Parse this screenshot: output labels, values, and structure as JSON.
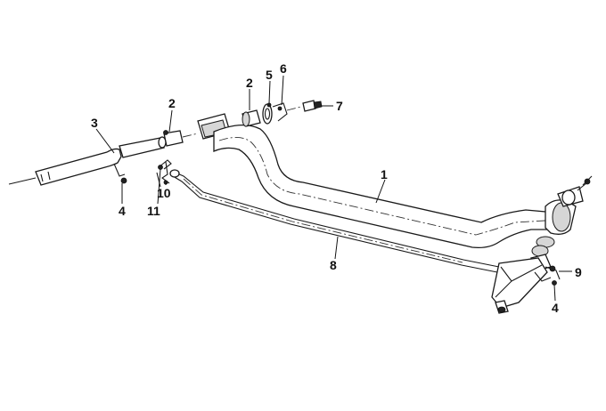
{
  "callouts": [
    {
      "id": "c1",
      "text": "1"
    },
    {
      "id": "c2a",
      "text": "2"
    },
    {
      "id": "c2b",
      "text": "2"
    },
    {
      "id": "c3",
      "text": "3"
    },
    {
      "id": "c4a",
      "text": "4"
    },
    {
      "id": "c4b",
      "text": "4"
    },
    {
      "id": "c5",
      "text": "5"
    },
    {
      "id": "c6",
      "text": "6"
    },
    {
      "id": "c7",
      "text": "7"
    },
    {
      "id": "c8",
      "text": "8"
    },
    {
      "id": "c9",
      "text": "9"
    },
    {
      "id": "c10",
      "text": "10"
    },
    {
      "id": "c11",
      "text": "11"
    }
  ],
  "colors": {
    "ink": "#1a1a1a",
    "background": "#ffffff"
  }
}
